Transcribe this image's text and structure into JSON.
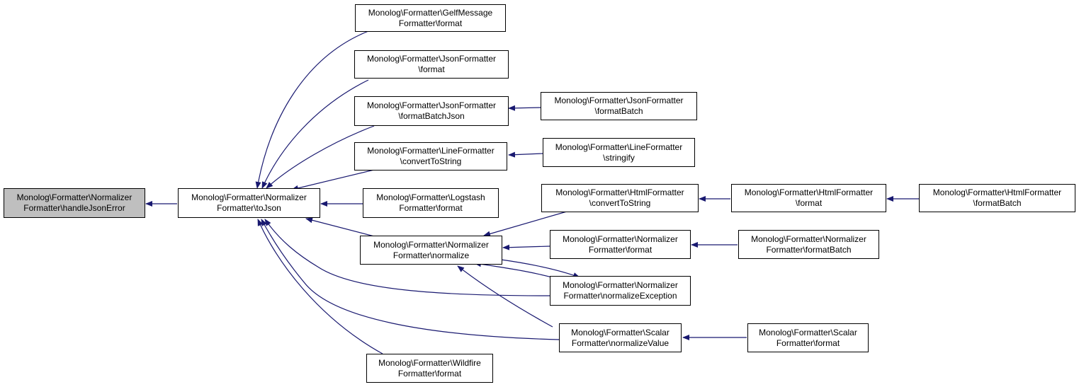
{
  "colors": {
    "edge": "#191970",
    "focus_fill": "#bfbfbf",
    "node_fill": "#ffffff",
    "border": "#000000"
  },
  "nodes": {
    "handleJsonError": [
      "Monolog\\Formatter\\Normalizer",
      "Formatter\\handleJsonError"
    ],
    "toJson": [
      "Monolog\\Formatter\\Normalizer",
      "Formatter\\toJson"
    ],
    "gelf_format": [
      "Monolog\\Formatter\\GelfMessage",
      "Formatter\\format"
    ],
    "json_format": [
      "Monolog\\Formatter\\JsonFormatter",
      "\\format"
    ],
    "json_formatBatchJson": [
      "Monolog\\Formatter\\JsonFormatter",
      "\\formatBatchJson"
    ],
    "json_formatBatch": [
      "Monolog\\Formatter\\JsonFormatter",
      "\\formatBatch"
    ],
    "line_convertToString": [
      "Monolog\\Formatter\\LineFormatter",
      "\\convertToString"
    ],
    "line_stringify": [
      "Monolog\\Formatter\\LineFormatter",
      "\\stringify"
    ],
    "logstash_format": [
      "Monolog\\Formatter\\Logstash",
      "Formatter\\format"
    ],
    "normalize": [
      "Monolog\\Formatter\\Normalizer",
      "Formatter\\normalize"
    ],
    "html_convertToString": [
      "Monolog\\Formatter\\HtmlFormatter",
      "\\convertToString"
    ],
    "html_format": [
      "Monolog\\Formatter\\HtmlFormatter",
      "\\format"
    ],
    "html_formatBatch": [
      "Monolog\\Formatter\\HtmlFormatter",
      "\\formatBatch"
    ],
    "normalizer_format": [
      "Monolog\\Formatter\\Normalizer",
      "Formatter\\format"
    ],
    "normalizer_formatBatch": [
      "Monolog\\Formatter\\Normalizer",
      "Formatter\\formatBatch"
    ],
    "normalizeException": [
      "Monolog\\Formatter\\Normalizer",
      "Formatter\\normalizeException"
    ],
    "scalar_normalizeValue": [
      "Monolog\\Formatter\\Scalar",
      "Formatter\\normalizeValue"
    ],
    "scalar_format": [
      "Monolog\\Formatter\\Scalar",
      "Formatter\\format"
    ],
    "wildfire_format": [
      "Monolog\\Formatter\\Wildfire",
      "Formatter\\format"
    ]
  },
  "edges": [
    [
      "toJson",
      "handleJsonError"
    ],
    [
      "gelf_format",
      "toJson"
    ],
    [
      "json_format",
      "toJson"
    ],
    [
      "json_formatBatchJson",
      "toJson"
    ],
    [
      "json_formatBatch",
      "json_formatBatchJson"
    ],
    [
      "line_convertToString",
      "toJson"
    ],
    [
      "line_stringify",
      "line_convertToString"
    ],
    [
      "logstash_format",
      "toJson"
    ],
    [
      "normalize",
      "toJson"
    ],
    [
      "html_convertToString",
      "normalize"
    ],
    [
      "html_format",
      "html_convertToString"
    ],
    [
      "html_formatBatch",
      "html_format"
    ],
    [
      "normalizer_format",
      "normalize"
    ],
    [
      "normalizer_formatBatch",
      "normalizer_format"
    ],
    [
      "normalizeException",
      "normalize"
    ],
    [
      "normalize",
      "normalizeException"
    ],
    [
      "normalizeException",
      "toJson"
    ],
    [
      "scalar_normalizeValue",
      "normalize"
    ],
    [
      "scalar_normalizeValue",
      "toJson"
    ],
    [
      "scalar_format",
      "scalar_normalizeValue"
    ],
    [
      "wildfire_format",
      "toJson"
    ]
  ]
}
